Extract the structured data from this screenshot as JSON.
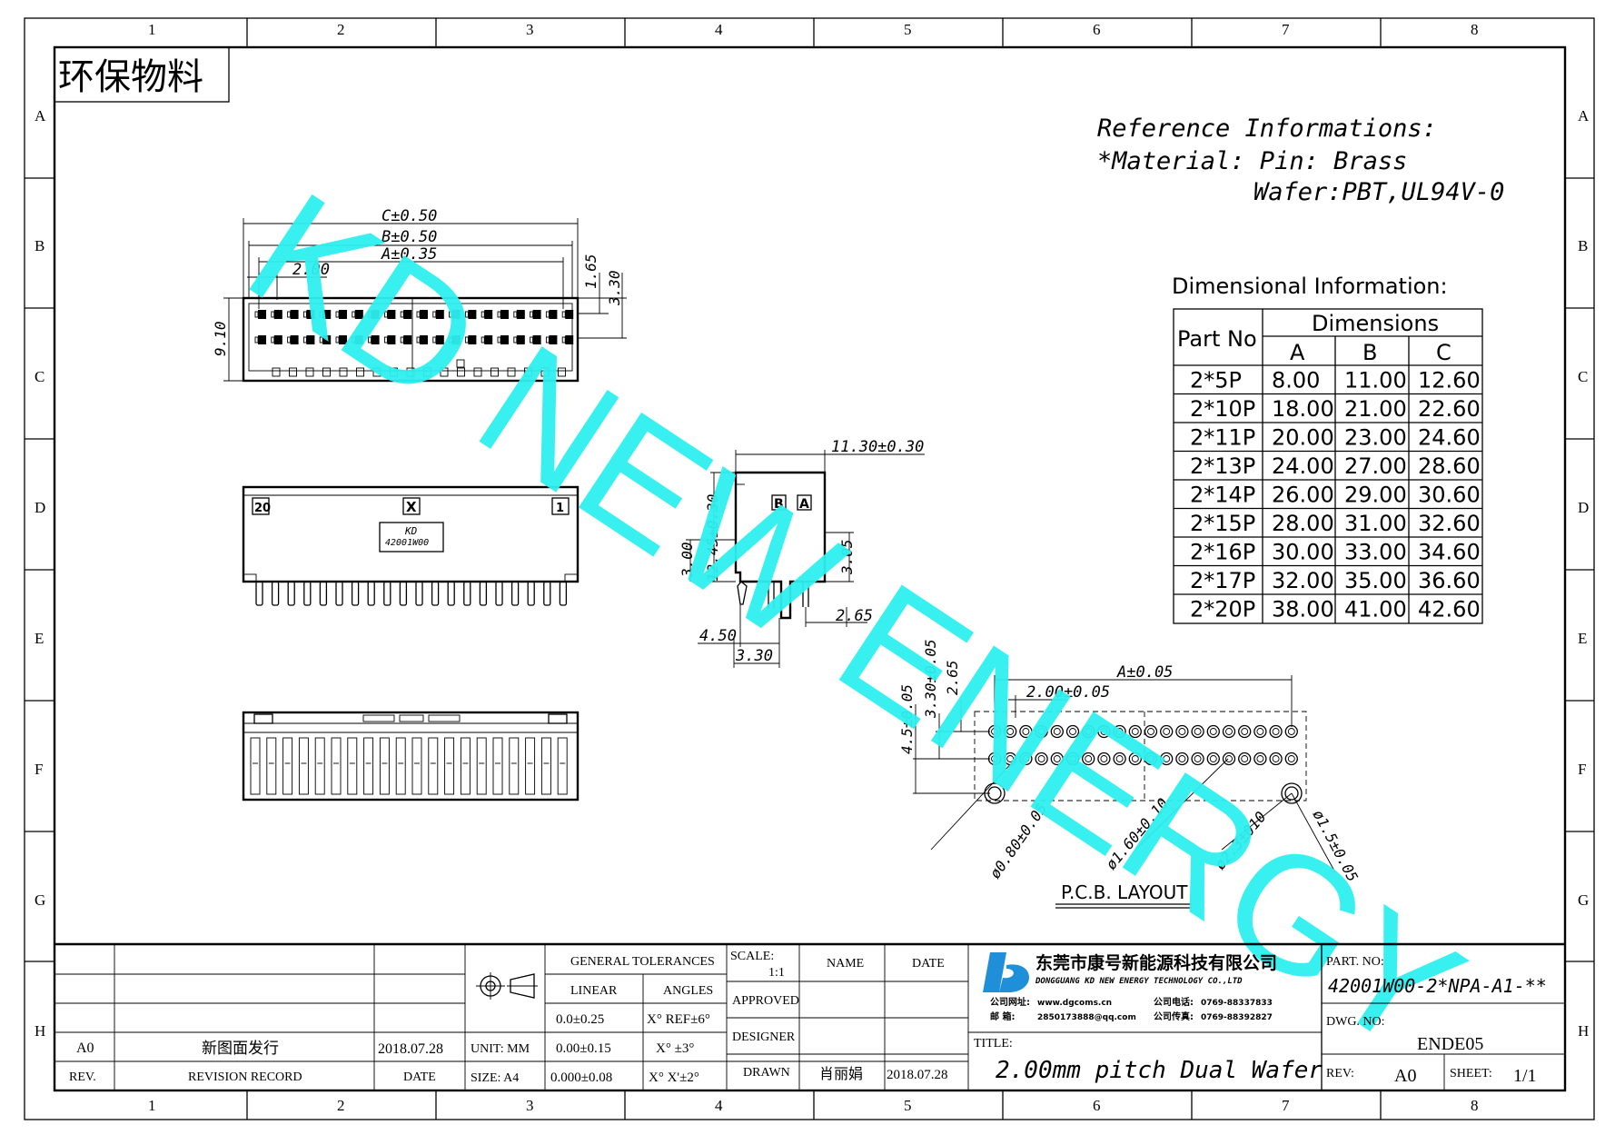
{
  "stamp": "环保物料",
  "grid": {
    "cols": [
      "1",
      "2",
      "3",
      "4",
      "5",
      "6",
      "7",
      "8"
    ],
    "rows": [
      "A",
      "B",
      "C",
      "D",
      "E",
      "F",
      "G",
      "H"
    ]
  },
  "reference": {
    "line1": "Reference Informations:",
    "line2": "*Material: Pin: Brass",
    "line3": "Wafer:PBT,UL94V-0"
  },
  "dim_table": {
    "caption": "Dimensional Information:",
    "part_no_header": "Part No",
    "dimensions_header": "Dimensions",
    "columns": [
      "A",
      "B",
      "C"
    ],
    "rows": [
      {
        "part": "2*5P",
        "a": "8.00",
        "b": "11.00",
        "c": "12.60"
      },
      {
        "part": "2*10P",
        "a": "18.00",
        "b": "21.00",
        "c": "22.60"
      },
      {
        "part": "2*11P",
        "a": "20.00",
        "b": "23.00",
        "c": "24.60"
      },
      {
        "part": "2*13P",
        "a": "24.00",
        "b": "27.00",
        "c": "28.60"
      },
      {
        "part": "2*14P",
        "a": "26.00",
        "b": "29.00",
        "c": "30.60"
      },
      {
        "part": "2*15P",
        "a": "28.00",
        "b": "31.00",
        "c": "32.60"
      },
      {
        "part": "2*16P",
        "a": "30.00",
        "b": "33.00",
        "c": "34.60"
      },
      {
        "part": "2*17P",
        "a": "32.00",
        "b": "35.00",
        "c": "36.60"
      },
      {
        "part": "2*20P",
        "a": "38.00",
        "b": "41.00",
        "c": "42.60"
      }
    ]
  },
  "watermark": "KD NEW ENERGY",
  "watermark_color": "#2EF0F0",
  "top_view_dims": {
    "c": "C±0.50",
    "b": "B±0.50",
    "a": "A±0.35",
    "pitch": "2.00",
    "d165": "1.65",
    "d330": "3.30",
    "d910": "9.10"
  },
  "front_view": {
    "pin20": "20",
    "pinx": "X",
    "pin1": "1",
    "logo": "KD",
    "part": "42001W00"
  },
  "side_view_dims": {
    "w": "11.30±0.30",
    "h1": "12.45±0.30",
    "h2": "3.00",
    "h3": "3.05",
    "d265": "2.65",
    "d450": "4.50",
    "d330": "3.30",
    "mark_b": "B",
    "mark_a": "A"
  },
  "pcb": {
    "title": "P.C.B. LAYOUT",
    "a": "A±0.05",
    "pitch": "2.00±0.05",
    "d265": "2.65",
    "d330": "3.30±0.05",
    "d45": "4.5±0.05",
    "hole1": "ø0.80±0.05",
    "hole2": "ø1.60±0.10",
    "hole3": "ø2.3±010",
    "hole4": "ø1.5±0.05"
  },
  "title_block": {
    "general_tolerances": "GENERAL TOLERANCES",
    "linear": "LINEAR",
    "angles": "ANGLES",
    "lin1": "0.0±0.25",
    "lin2": "0.00±0.15",
    "lin3": "0.000±0.08",
    "ang1": "X° REF±6°",
    "ang2": "X° ±3°",
    "ang3": "X° X'±2°",
    "unit": "UNIT: MM",
    "size": "SIZE: A4",
    "scale_label": "SCALE:",
    "scale": "1:1",
    "name": "NAME",
    "date": "DATE",
    "approved": "APPROVED",
    "designer": "DESIGNER",
    "drawn": "DRAWN",
    "drawn_name": "肖丽娟",
    "drawn_date": "2018.07.28",
    "company_cn": "东莞市康号新能源科技有限公司",
    "company_en": "DONGGUANG KD NEW ENERGY TECHNOLOGY CO.,LTD",
    "web_label": "公司网址:",
    "web": "www.dgcoms.cn",
    "tel_label": "公司电话:",
    "tel": "0769-88337833",
    "mail_label": "邮    箱:",
    "mail": "2850173888@qq.com",
    "fax_label": "公司传真:",
    "fax": "0769-88392827",
    "title_label": "TITLE:",
    "title": "2.00mm pitch Dual Wafer",
    "part_label": "PART. NO:",
    "part": "42001W00-2*NPA-A1-**",
    "dwg_label": "DWG. NO:",
    "dwg": "ENDE05",
    "rev_label": "REV:",
    "rev": "A0",
    "sheet_label": "SHEET:",
    "sheet": "1/1",
    "rev_row": {
      "rev": "A0",
      "record": "新图面发行",
      "date": "2018.07.28"
    },
    "rev_header": {
      "rev": "REV.",
      "record": "REVISION RECORD",
      "date": "DATE"
    },
    "logo_color": "#1E8FD8"
  }
}
